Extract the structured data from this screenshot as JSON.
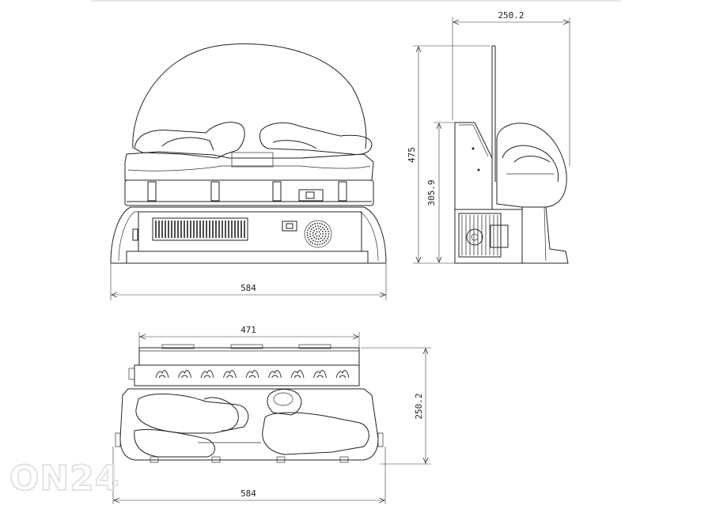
{
  "dimensions": {
    "front_width": "584",
    "side_depth": "250.2",
    "side_total_height": "475",
    "side_lower_height": "305.9",
    "top_inner_width": "471",
    "top_depth": "250.2",
    "top_width": "584"
  },
  "watermark": "ON24",
  "colors": {
    "line": "#222222",
    "dimension": "#333333",
    "watermark": "#e3e3e3"
  }
}
